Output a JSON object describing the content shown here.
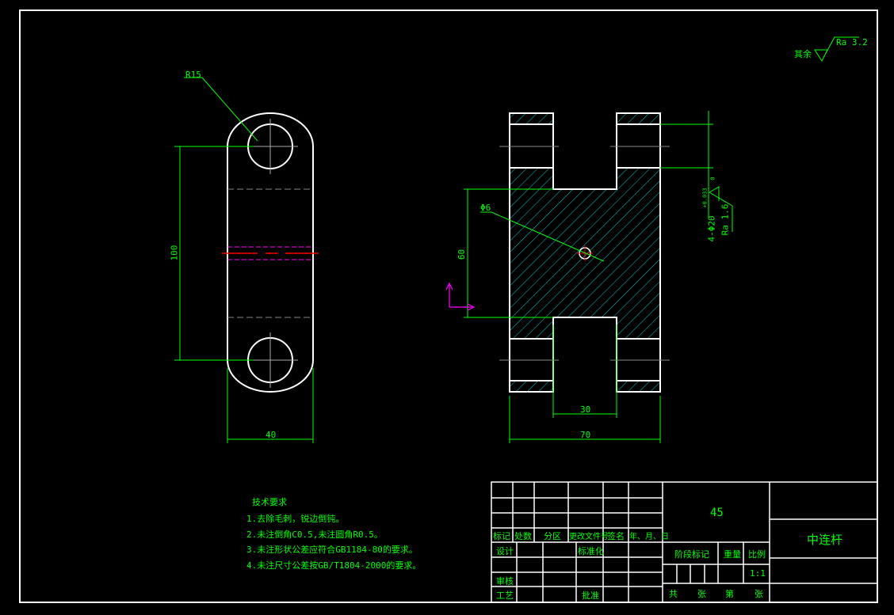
{
  "drawing": {
    "radius_label": "R15",
    "dim_100": "100",
    "dim_40": "40",
    "dim_60": "60",
    "dim_30": "30",
    "dim_70": "70",
    "hole_label": "Φ6",
    "bore_label": "4-Φ20",
    "bore_tol_upper": "+0.033",
    "bore_tol_lower": "0",
    "roughness_bore": "Ra 1.6",
    "roughness_rest_prefix": "其余",
    "roughness_rest": "Ra 3.2",
    "colors": {
      "outline": "#ffffff",
      "dim": "#00ff00",
      "hatch": "#00ffff",
      "center": "#ff00ff"
    }
  },
  "requirements": {
    "title": "技术要求",
    "items": [
      "1.去除毛刺，锐边倒钝。",
      "2.未注倒角C0.5,未注圆角R0.5。",
      "3.未注形状公差应符合GB1184-80的要求。",
      "4.未注尺寸公差按GB/T1804-2000的要求。"
    ]
  },
  "title_block": {
    "material": "45",
    "part_name": "中连杆",
    "headers": [
      "标记",
      "处数",
      "分区",
      "更改文件号",
      "签名",
      "年、月、日"
    ],
    "design": "设计",
    "standardize": "标准化",
    "review": "审核",
    "process": "工艺",
    "approve": "批准",
    "stage_mark": "阶段标记",
    "weight": "重量",
    "scale": "比例",
    "scale_value": "1:1",
    "total": "共",
    "sheets": "张",
    "sheet_no": "第",
    "sheet_unit": "张"
  }
}
